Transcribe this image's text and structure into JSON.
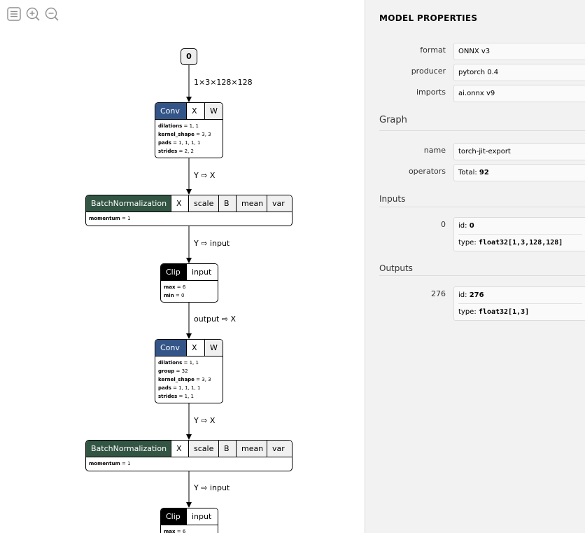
{
  "toolbar": {
    "icons": [
      "menu-icon",
      "zoom-in-icon",
      "zoom-out-icon"
    ]
  },
  "graph": {
    "input_node": "0",
    "edges": [
      "1×3×128×128",
      "Y ⇨ X",
      "Y ⇨ input",
      "output ⇨ X",
      "Y ⇨ X",
      "Y ⇨ input"
    ],
    "conv1": {
      "op": "Conv",
      "inputs": [
        "X",
        "W"
      ],
      "attrs": [
        {
          "k": "dilations",
          "v": "1, 1"
        },
        {
          "k": "kernel_shape",
          "v": "3, 3"
        },
        {
          "k": "pads",
          "v": "1, 1, 1, 1"
        },
        {
          "k": "strides",
          "v": "2, 2"
        }
      ]
    },
    "bn1": {
      "op": "BatchNormalization",
      "inputs": [
        "X",
        "scale",
        "B",
        "mean",
        "var"
      ],
      "attrs": [
        {
          "k": "momentum",
          "v": "1"
        }
      ]
    },
    "clip1": {
      "op": "Clip",
      "inputs": [
        "input"
      ],
      "attrs": [
        {
          "k": "max",
          "v": "6"
        },
        {
          "k": "min",
          "v": "0"
        }
      ]
    },
    "conv2": {
      "op": "Conv",
      "inputs": [
        "X",
        "W"
      ],
      "attrs": [
        {
          "k": "dilations",
          "v": "1, 1"
        },
        {
          "k": "group",
          "v": "32"
        },
        {
          "k": "kernel_shape",
          "v": "3, 3"
        },
        {
          "k": "pads",
          "v": "1, 1, 1, 1"
        },
        {
          "k": "strides",
          "v": "1, 1"
        }
      ]
    },
    "bn2": {
      "op": "BatchNormalization",
      "inputs": [
        "X",
        "scale",
        "B",
        "mean",
        "var"
      ],
      "attrs": [
        {
          "k": "momentum",
          "v": "1"
        }
      ]
    },
    "clip2": {
      "op": "Clip",
      "inputs": [
        "input"
      ],
      "attrs": [
        {
          "k": "max",
          "v": "6"
        }
      ]
    }
  },
  "sidebar": {
    "title": "MODEL PROPERTIES",
    "model": {
      "format_label": "format",
      "format_value": "ONNX v3",
      "producer_label": "producer",
      "producer_value": "pytorch 0.4",
      "imports_label": "imports",
      "imports_value": "ai.onnx v9"
    },
    "graph_section": "Graph",
    "graph": {
      "name_label": "name",
      "name_value": "torch-jit-export",
      "operators_label": "operators",
      "operators_prefix": "Total:",
      "operators_value": "92"
    },
    "inputs_section": "Inputs",
    "input": {
      "label": "0",
      "id_prefix": "id:",
      "id_value": "0",
      "type_prefix": "type:",
      "type_value": "float32[1,3,128,128]"
    },
    "outputs_section": "Outputs",
    "output": {
      "label": "276",
      "id_prefix": "id:",
      "id_value": "276",
      "type_prefix": "type:",
      "type_value": "float32[1,3]"
    }
  },
  "colors": {
    "conv": "#335588",
    "batchnorm": "#335544",
    "clip": "#000000"
  }
}
